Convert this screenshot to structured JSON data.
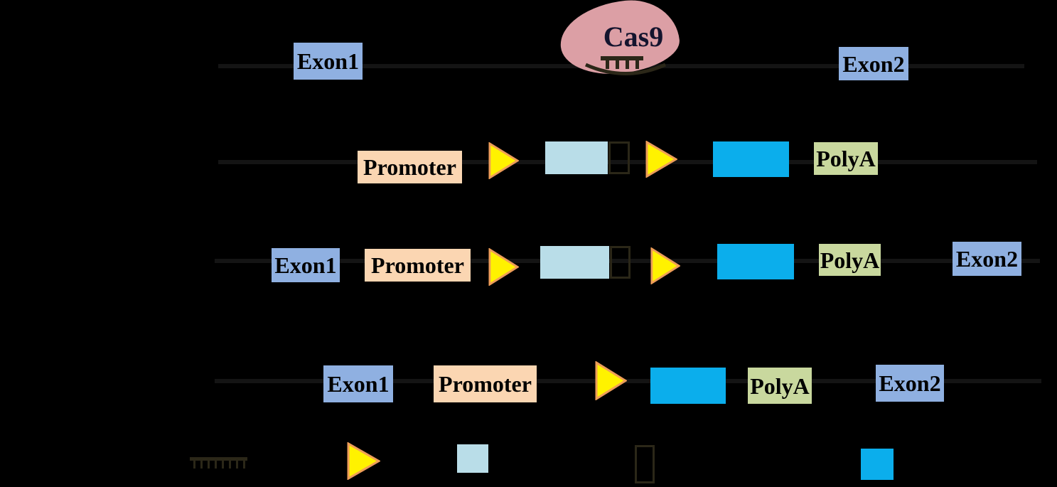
{
  "figure": {
    "labels": {
      "exon1": "Exon1",
      "exon2": "Exon2",
      "promoter": "Promoter",
      "polya": "PolyA",
      "cas9": "Cas9"
    },
    "colors": {
      "background": "#000000",
      "dna_line": "#141414",
      "exon_box": "#8FB0E1",
      "promoter_box": "#FBD6B2",
      "cassette_box": "#B9DDE8",
      "cdna_box": "#0BAEEC",
      "polya_box": "#C9D89E",
      "cas9_blob": "#DC9FA5",
      "cas9_text": "#14142E",
      "loxp_fill": "#FFF200",
      "loxp_border": "#EE9D58",
      "dark_olive": "#2B2718"
    },
    "legend": {
      "items": [
        {
          "icon": "sgrna-comb-icon"
        },
        {
          "icon": "loxp-triangle-icon"
        },
        {
          "icon": "cassette-box-icon"
        },
        {
          "icon": "stop-box-icon"
        },
        {
          "icon": "cdna-box-icon"
        }
      ]
    }
  }
}
